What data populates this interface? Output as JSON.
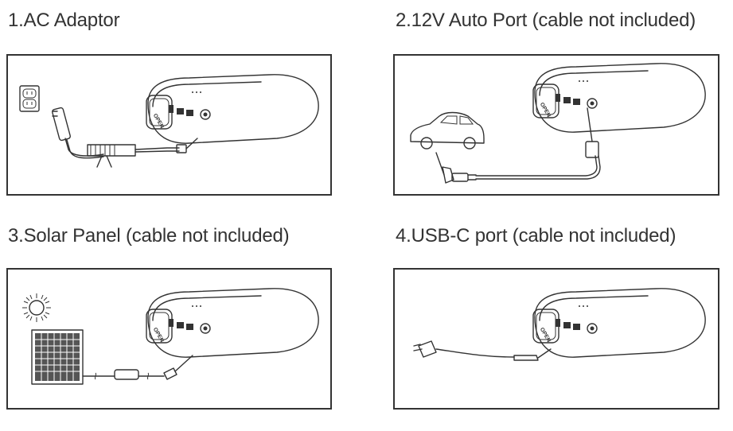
{
  "sections": [
    {
      "title": "1.AC Adaptor",
      "source": "ac-adaptor"
    },
    {
      "title": "2.12V Auto Port (cable not included)",
      "source": "car"
    },
    {
      "title": "3.Solar Panel (cable not included)",
      "source": "solar-panel"
    },
    {
      "title": "4.USB-C port (cable not included)",
      "source": "usb-c-charger"
    }
  ],
  "device": {
    "button_label": "OPEN"
  },
  "colors": {
    "line": "#333333",
    "background": "#ffffff"
  }
}
